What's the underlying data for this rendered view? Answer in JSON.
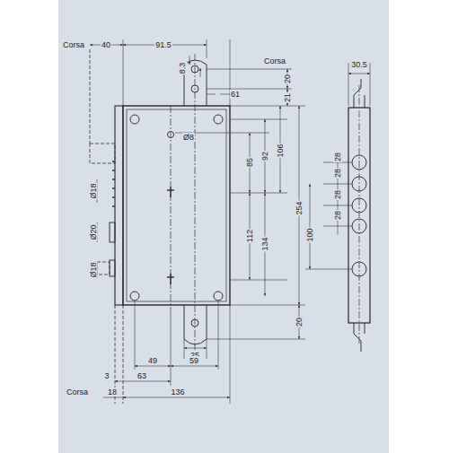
{
  "diagram": {
    "labels": [
      "Corsa",
      "40",
      "91.5",
      "8.3",
      "Corsa",
      "30.5",
      "20",
      "61",
      "21",
      "Ø8",
      "85",
      "92",
      "106",
      "28",
      "28",
      "28",
      "28",
      "Ø18",
      "254",
      "100",
      "112",
      "134",
      "Ø20",
      "Ø18",
      "20",
      "25",
      "49",
      "59",
      "63",
      "3",
      "Corsa",
      "18",
      "136"
    ]
  }
}
